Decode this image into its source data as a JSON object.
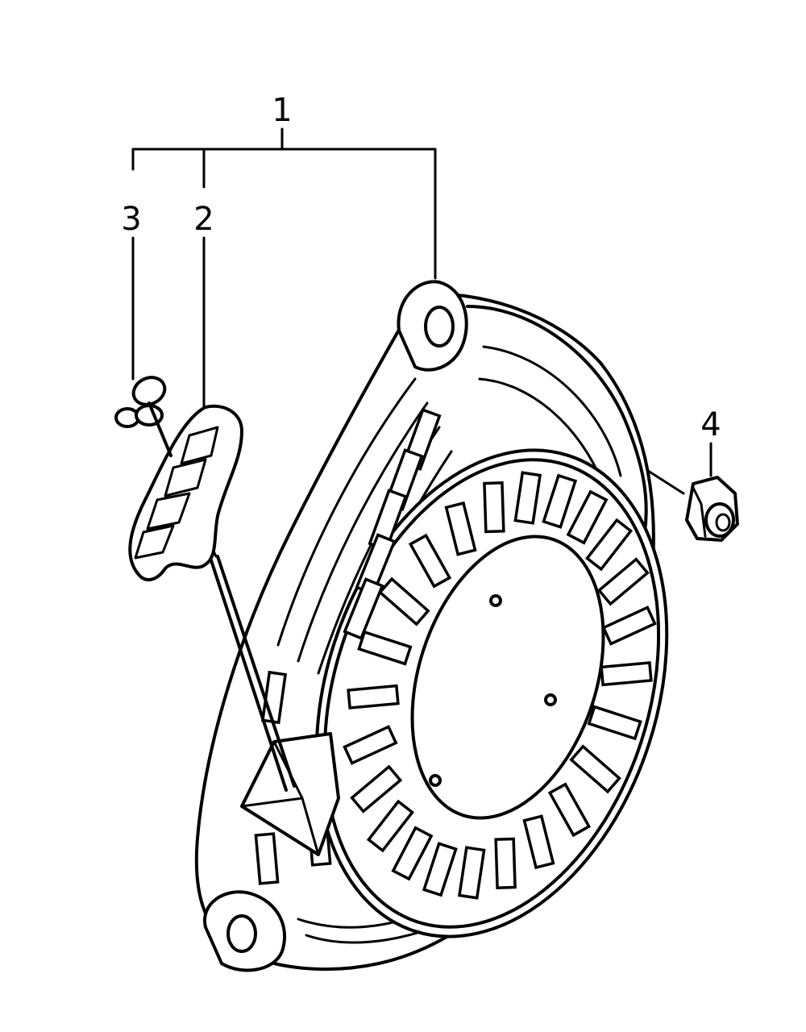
{
  "callouts": {
    "assembly": "1",
    "handle": "2",
    "rope_clip": "3",
    "nut": "4"
  },
  "colors": {
    "ink": "#000000",
    "paper": "#ffffff"
  }
}
